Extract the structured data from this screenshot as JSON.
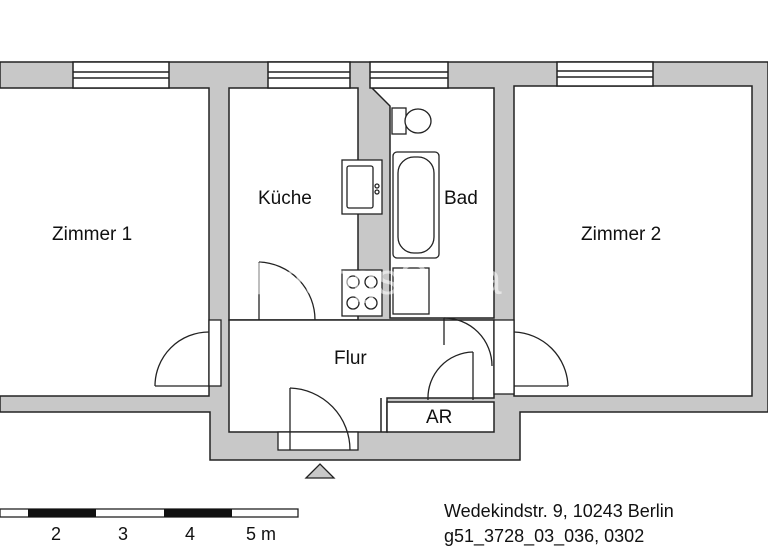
{
  "rooms": {
    "zimmer1": "Zimmer 1",
    "kueche": "Küche",
    "bad": "Bad",
    "zimmer2": "Zimmer 2",
    "flur": "Flur",
    "ar": "AR"
  },
  "watermark": "ohnungsSoda",
  "scale": {
    "ticks": [
      "2",
      "3",
      "4",
      "5 m"
    ]
  },
  "address": {
    "line1": "Wedekindstr. 9, 10243 Berlin",
    "line2": "g51_3728_03_036, 0302"
  },
  "colors": {
    "wall": "#c8c8c8",
    "outline": "#222222",
    "floor": "#ffffff"
  }
}
